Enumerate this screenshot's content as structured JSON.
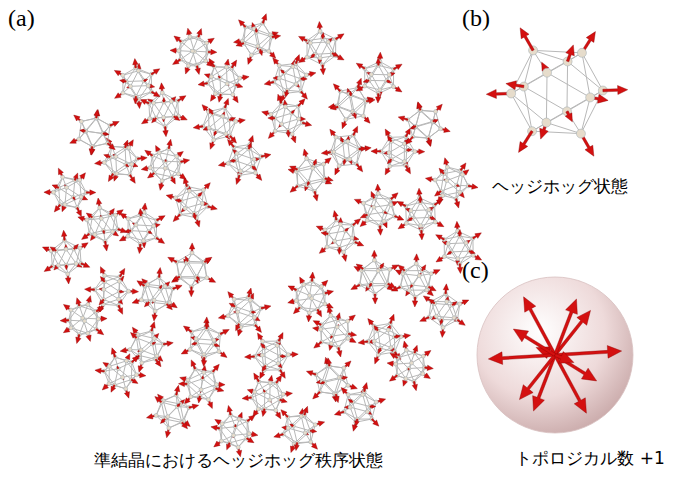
{
  "diagram": {
    "labels": [
      "(a)",
      "(b)",
      "(c)",
      "準結晶におけるヘッジホッグ秩序状態",
      "ヘッジホッグ状態",
      "トポロジカル数 +1"
    ]
  }
}
